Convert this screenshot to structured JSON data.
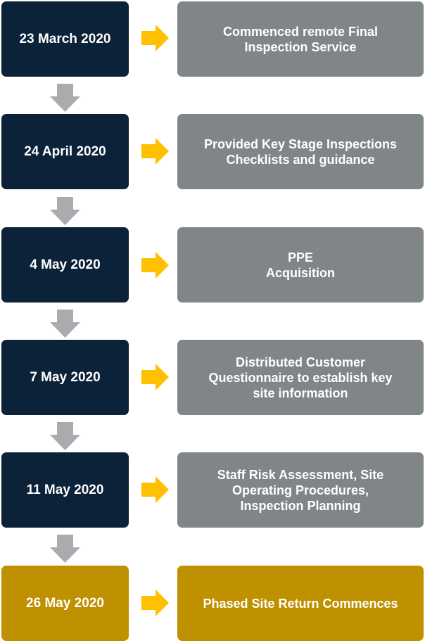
{
  "colors": {
    "date_box": "#0b2239",
    "desc_box": "#808588",
    "highlight": "#bf9000",
    "arrow_right": "#ffc000",
    "arrow_down": "#a9abae"
  },
  "steps": [
    {
      "date": "23 March 2020",
      "description": "Commenced remote Final\nInspection Service",
      "highlight": false
    },
    {
      "date": "24 April 2020",
      "description": "Provided Key Stage Inspections\nChecklists and guidance",
      "highlight": false
    },
    {
      "date": "4 May 2020",
      "description": "PPE\nAcquisition",
      "highlight": false
    },
    {
      "date": "7 May 2020",
      "description": "Distributed Customer\nQuestionnaire to establish key\nsite information",
      "highlight": false
    },
    {
      "date": "11 May 2020",
      "description": "Staff Risk Assessment, Site\nOperating Procedures,\nInspection Planning",
      "highlight": false
    },
    {
      "date": "26 May 2020",
      "description": "Phased Site Return Commences",
      "highlight": true
    }
  ]
}
